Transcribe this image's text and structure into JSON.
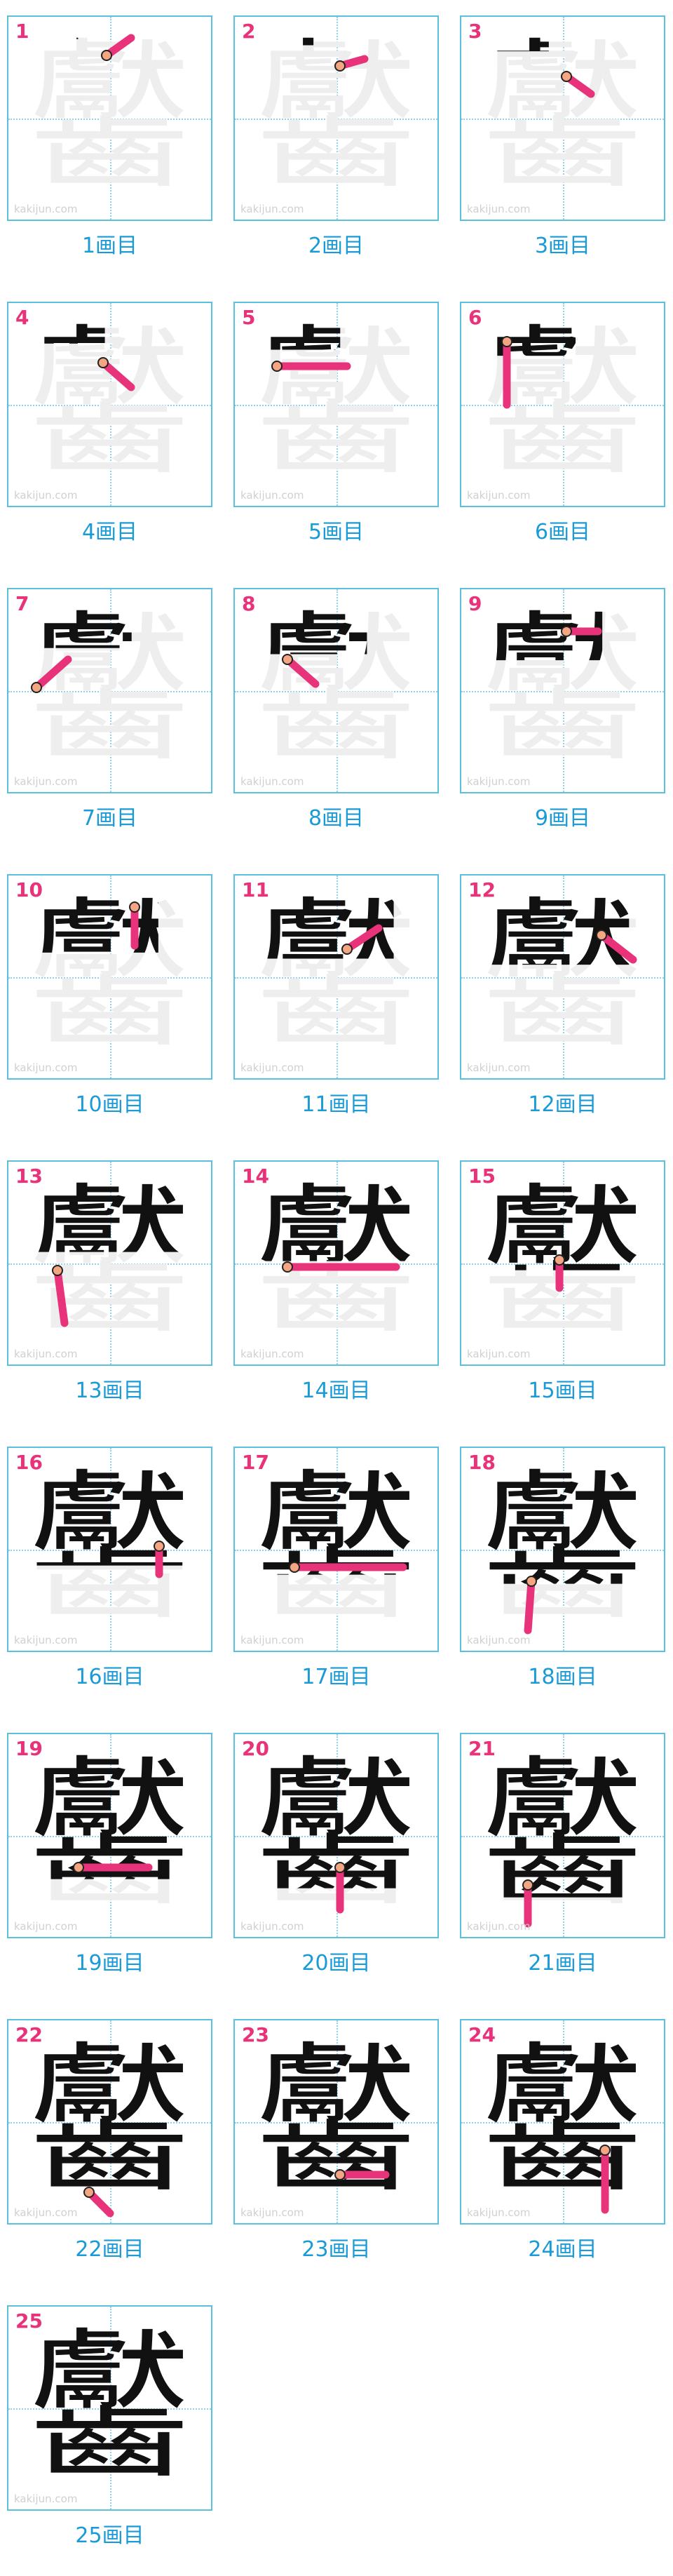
{
  "character": "齾",
  "watermark": "kakijun.com",
  "colors": {
    "frame": "#5bc0de",
    "current_stroke": "#e8327a",
    "done_stroke": "#111111",
    "ghost": "#eeeeee",
    "caption": "#1a9bd7"
  },
  "steps": [
    {
      "number": "1",
      "caption": "1画目"
    },
    {
      "number": "2",
      "caption": "2画目"
    },
    {
      "number": "3",
      "caption": "3画目"
    },
    {
      "number": "4",
      "caption": "4画目"
    },
    {
      "number": "5",
      "caption": "5画目"
    },
    {
      "number": "6",
      "caption": "6画目"
    },
    {
      "number": "7",
      "caption": "7画目"
    },
    {
      "number": "8",
      "caption": "8画目"
    },
    {
      "number": "9",
      "caption": "9画目"
    },
    {
      "number": "10",
      "caption": "10画目"
    },
    {
      "number": "11",
      "caption": "11画目"
    },
    {
      "number": "12",
      "caption": "12画目"
    },
    {
      "number": "13",
      "caption": "13画目"
    },
    {
      "number": "14",
      "caption": "14画目"
    },
    {
      "number": "15",
      "caption": "15画目"
    },
    {
      "number": "16",
      "caption": "16画目"
    },
    {
      "number": "17",
      "caption": "17画目"
    },
    {
      "number": "18",
      "caption": "18画目"
    },
    {
      "number": "19",
      "caption": "19画目"
    },
    {
      "number": "20",
      "caption": "20画目"
    },
    {
      "number": "21",
      "caption": "21画目"
    },
    {
      "number": "22",
      "caption": "22画目"
    },
    {
      "number": "23",
      "caption": "23画目"
    },
    {
      "number": "24",
      "caption": "24画目"
    },
    {
      "number": "25",
      "caption": "25画目"
    }
  ]
}
